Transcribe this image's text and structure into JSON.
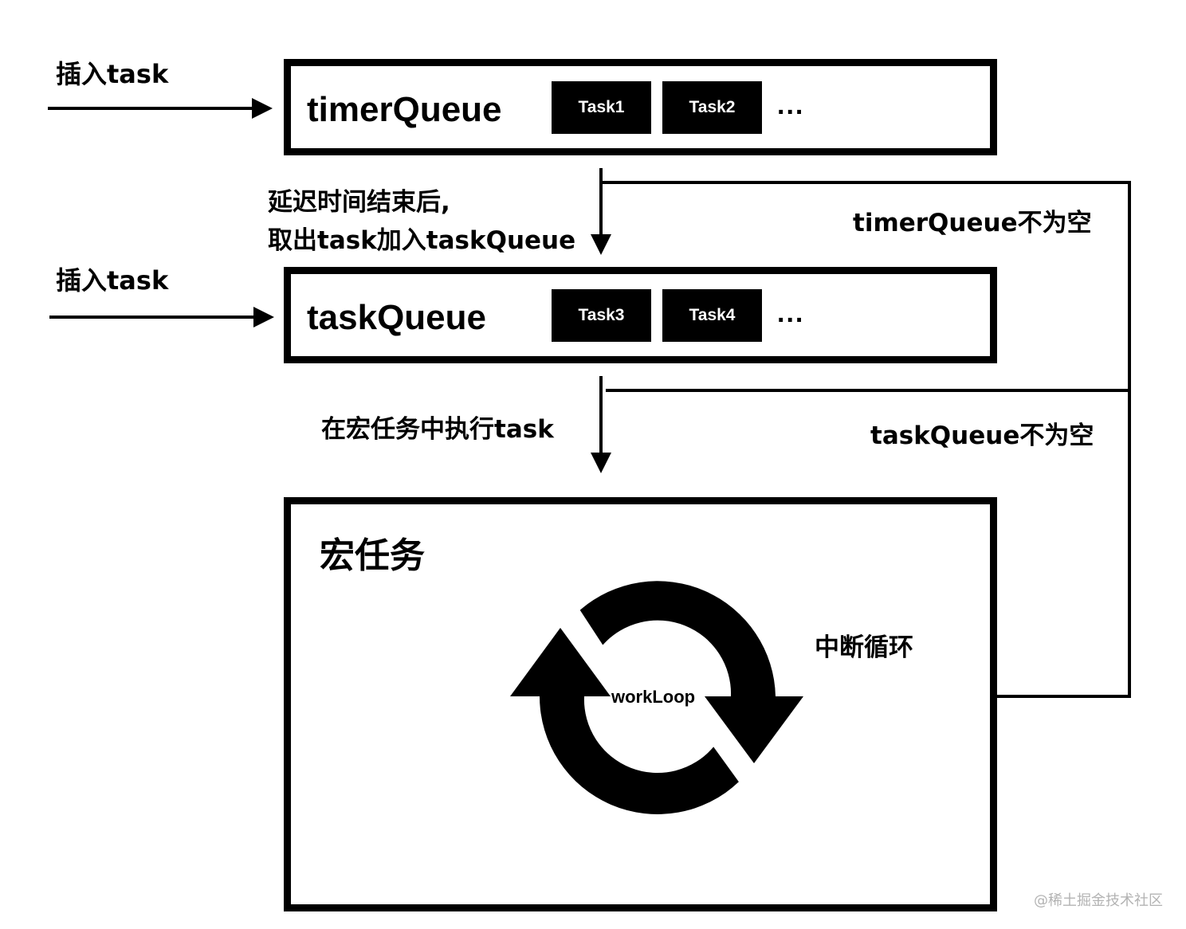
{
  "insert_label_top": "插入task",
  "insert_label_bottom": "插入task",
  "timer_queue": {
    "title": "timerQueue",
    "tasks": [
      "Task1",
      "Task2"
    ],
    "ellipsis": "..."
  },
  "task_queue": {
    "title": "taskQueue",
    "tasks": [
      "Task3",
      "Task4"
    ],
    "ellipsis": "..."
  },
  "delay_label": {
    "line1": "延迟时间结束后,",
    "line2": "取出task加入taskQueue"
  },
  "execute_label": "在宏任务中执行task",
  "timer_not_empty": "timerQueue不为空",
  "task_not_empty": "taskQueue不为空",
  "macro_task": {
    "title": "宏任务",
    "loop_label": "workLoop",
    "loop_icon": "cycle-arrows-icon"
  },
  "interrupt_label": "中断循环",
  "watermark": "@稀土掘金技术社区",
  "colors": {
    "stroke": "#000000",
    "task_fill": "#000000",
    "task_text": "#ffffff",
    "watermark": "#b3b3b3"
  }
}
